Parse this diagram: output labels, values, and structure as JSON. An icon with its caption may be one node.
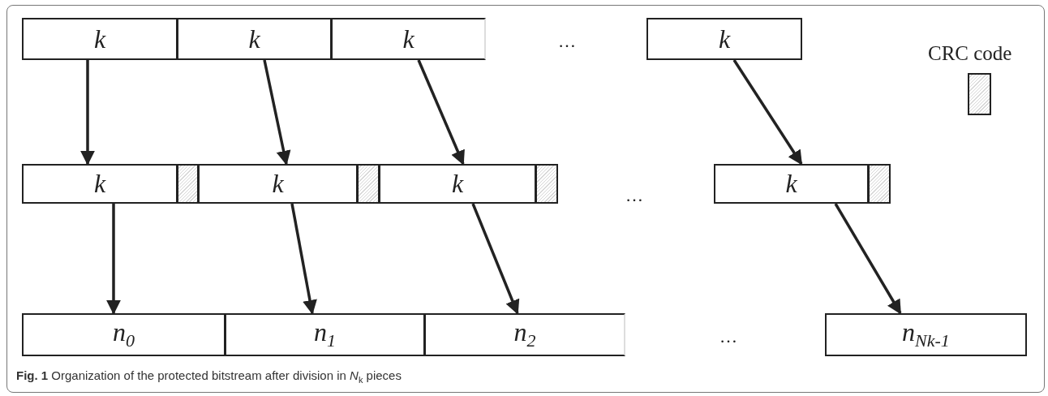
{
  "diagram": {
    "caption": "**Fig. 1** Organization of the protected bitstream after division in *N*$_{k}$ pieces",
    "nodes": [
      {
        "text": [
          "k"
        ]
      },
      {
        "text": [
          "k"
        ]
      },
      {
        "text": [
          "k"
        ]
      },
      {
        "text": [
          "k"
        ]
      },
      {
        "text": [
          "k"
        ]
      },
      {
        "text": [],
        "shape": "box"
      },
      {
        "text": [
          "k"
        ]
      },
      {
        "text": [],
        "shape": "box"
      },
      {
        "text": [
          "k"
        ]
      },
      {
        "text": [],
        "shape": "box"
      },
      {
        "text": [
          "k"
        ]
      },
      {
        "text": [],
        "shape": "box"
      },
      {
        "text": [
          "n$_{0}$"
        ]
      },
      {
        "text": [
          "n$_{1}$"
        ]
      },
      {
        "text": [
          "n$_{2}$"
        ]
      },
      {
        "text": [
          "n$_{Nk-1}$"
        ]
      }
    ],
    "edges": [
      {
        "from": 0,
        "to": 4,
        "arrow": "to"
      },
      {
        "from": 1,
        "to": 6,
        "arrow": "to"
      },
      {
        "from": 2,
        "to": 8,
        "arrow": "to"
      },
      {
        "from": 3,
        "to": 10,
        "arrow": "to"
      },
      {
        "from": 4,
        "to": 12,
        "arrow": "to"
      },
      {
        "from": 6,
        "to": 13,
        "arrow": "to"
      },
      {
        "from": 8,
        "to": 14,
        "arrow": "to"
      },
      {
        "from": 10,
        "to": 15,
        "arrow": "to"
      }
    ],
    "labels": [
      "…",
      "…",
      "…"
    ],
    "legend": [
      {
        "text": "CRC code"
      }
    ]
  }
}
